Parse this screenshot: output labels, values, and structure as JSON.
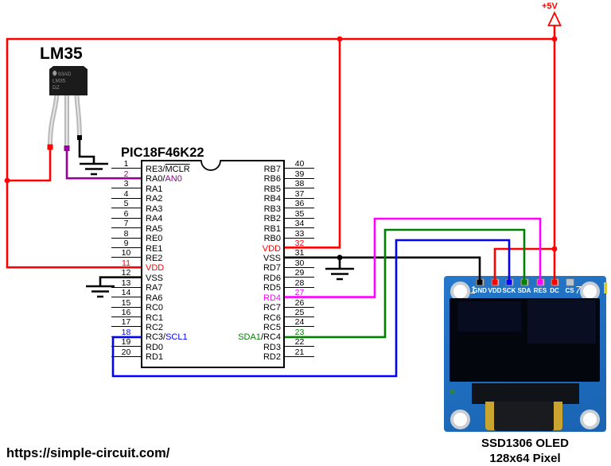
{
  "power": {
    "label": "+5V"
  },
  "lm35": {
    "title": "LM35",
    "package_lines": [
      "93AD",
      "LM35",
      "DZ"
    ]
  },
  "ic": {
    "title": "PIC18F46K22",
    "left_pins": [
      {
        "num": "1",
        "a": "RE3/",
        "b": "MCLR"
      },
      {
        "num": "2",
        "a": "RA0/",
        "b": "AN0"
      },
      {
        "num": "3",
        "a": "RA1",
        "b": ""
      },
      {
        "num": "4",
        "a": "RA2",
        "b": ""
      },
      {
        "num": "5",
        "a": "RA3",
        "b": ""
      },
      {
        "num": "6",
        "a": "RA4",
        "b": ""
      },
      {
        "num": "7",
        "a": "RA5",
        "b": ""
      },
      {
        "num": "8",
        "a": "RE0",
        "b": ""
      },
      {
        "num": "9",
        "a": "RE1",
        "b": ""
      },
      {
        "num": "10",
        "a": "RE2",
        "b": ""
      },
      {
        "num": "11",
        "a": "VDD",
        "b": ""
      },
      {
        "num": "12",
        "a": "VSS",
        "b": ""
      },
      {
        "num": "13",
        "a": "RA7",
        "b": ""
      },
      {
        "num": "14",
        "a": "RA6",
        "b": ""
      },
      {
        "num": "15",
        "a": "RC0",
        "b": ""
      },
      {
        "num": "16",
        "a": "RC1",
        "b": ""
      },
      {
        "num": "17",
        "a": "RC2",
        "b": ""
      },
      {
        "num": "18",
        "a": "RC3/",
        "b": "SCL1"
      },
      {
        "num": "19",
        "a": "RD0",
        "b": ""
      },
      {
        "num": "20",
        "a": "RD1",
        "b": ""
      }
    ],
    "right_pins": [
      {
        "num": "40",
        "a": "RB7",
        "b": ""
      },
      {
        "num": "39",
        "a": "RB6",
        "b": ""
      },
      {
        "num": "38",
        "a": "RB5",
        "b": ""
      },
      {
        "num": "37",
        "a": "RB4",
        "b": ""
      },
      {
        "num": "36",
        "a": "RB3",
        "b": ""
      },
      {
        "num": "35",
        "a": "RB2",
        "b": ""
      },
      {
        "num": "34",
        "a": "RB1",
        "b": ""
      },
      {
        "num": "33",
        "a": "RB0",
        "b": ""
      },
      {
        "num": "32",
        "a": "VDD",
        "b": ""
      },
      {
        "num": "31",
        "a": "VSS",
        "b": ""
      },
      {
        "num": "30",
        "a": "RD7",
        "b": ""
      },
      {
        "num": "29",
        "a": "RD6",
        "b": ""
      },
      {
        "num": "28",
        "a": "RD5",
        "b": ""
      },
      {
        "num": "27",
        "a": "RD4",
        "b": ""
      },
      {
        "num": "26",
        "a": "RC7",
        "b": ""
      },
      {
        "num": "25",
        "a": "RC6",
        "b": ""
      },
      {
        "num": "24",
        "a": "RC5",
        "b": ""
      },
      {
        "num": "23",
        "a": "SDA1",
        "b": "/RC4"
      },
      {
        "num": "22",
        "a": "RD3",
        "b": ""
      },
      {
        "num": "21",
        "a": "RD2",
        "b": ""
      }
    ]
  },
  "oled": {
    "index_first": "1",
    "index_last": "7",
    "pin_labels": [
      "GND",
      "VDD",
      "SCK",
      "SDA",
      "RES",
      "DC",
      "CS"
    ],
    "caption": [
      "SSD1306 OLED",
      "128x64 Pixel"
    ]
  },
  "footer": {
    "url": "https://simple-circuit.com/"
  },
  "colors": {
    "wire_red": "#ff0000",
    "wire_black": "#000000",
    "wire_purple": "#990099",
    "wire_blue": "#0000ff",
    "wire_green": "#008000",
    "wire_magenta": "#ff00ff",
    "pcb_blue": "#1f6fc0"
  },
  "nets": [
    {
      "from": "+5V",
      "to": "LM35 V+, PIC VDD pin 11, PIC VDD pin 32, OLED VDD, OLED DC",
      "color": "#ff0000"
    },
    {
      "from": "LM35 VOUT",
      "to": "PIC RA0/AN0 pin 2",
      "color": "#990099"
    },
    {
      "from": "GND",
      "to": "LM35 GND, PIC VSS pin 12, PIC VSS pin 31, OLED GND",
      "color": "#000000"
    },
    {
      "from": "PIC RC3/SCL1 pin 18",
      "to": "OLED SCK",
      "color": "#0000ff"
    },
    {
      "from": "PIC SDA1/RC4 pin 23",
      "to": "OLED SDA",
      "color": "#008000"
    },
    {
      "from": "PIC RD4 pin 27",
      "to": "OLED RES",
      "color": "#ff00ff"
    }
  ]
}
